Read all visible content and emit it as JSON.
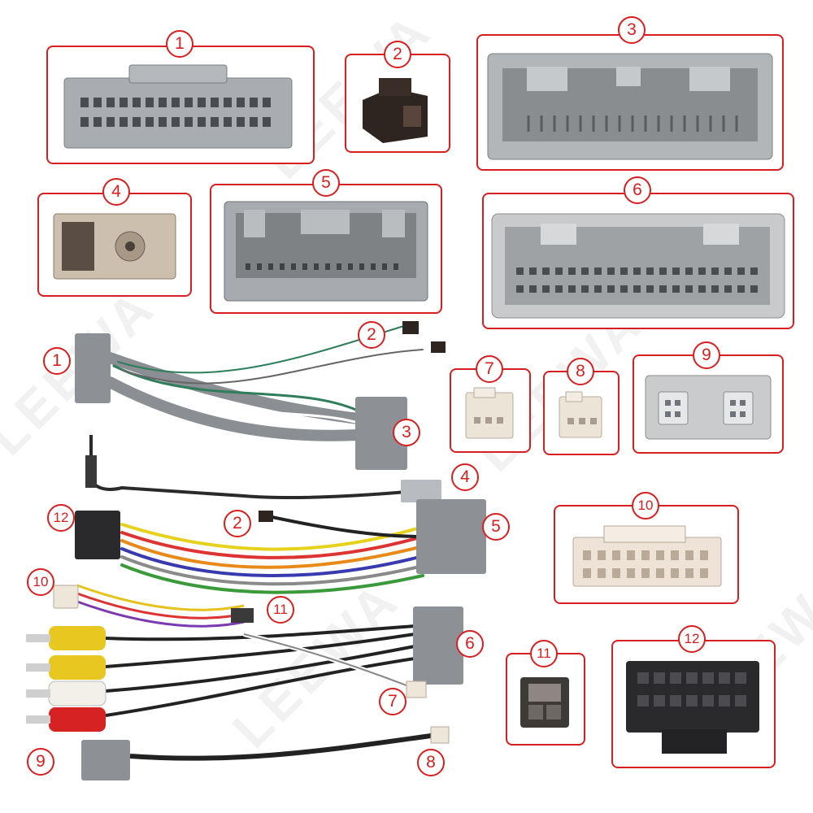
{
  "watermark": "LEEWA",
  "labels": {
    "p1": "1",
    "p2": "2",
    "p3": "3",
    "p4": "4",
    "p5": "5",
    "p6": "6",
    "p7": "7",
    "p8": "8",
    "p9": "9",
    "p10": "10",
    "p11": "11",
    "p12": "12",
    "h1": "1",
    "h2a": "2",
    "h3": "3",
    "h4": "4",
    "h12": "12",
    "h2b": "2",
    "h5": "5",
    "h10": "10",
    "h11": "11",
    "h6": "6",
    "h7": "7",
    "h9": "9",
    "h8": "8"
  },
  "colors": {
    "accent": "#d81e1e",
    "connector_grey": "#8e9196",
    "plug_light": "#b8bcc0"
  }
}
